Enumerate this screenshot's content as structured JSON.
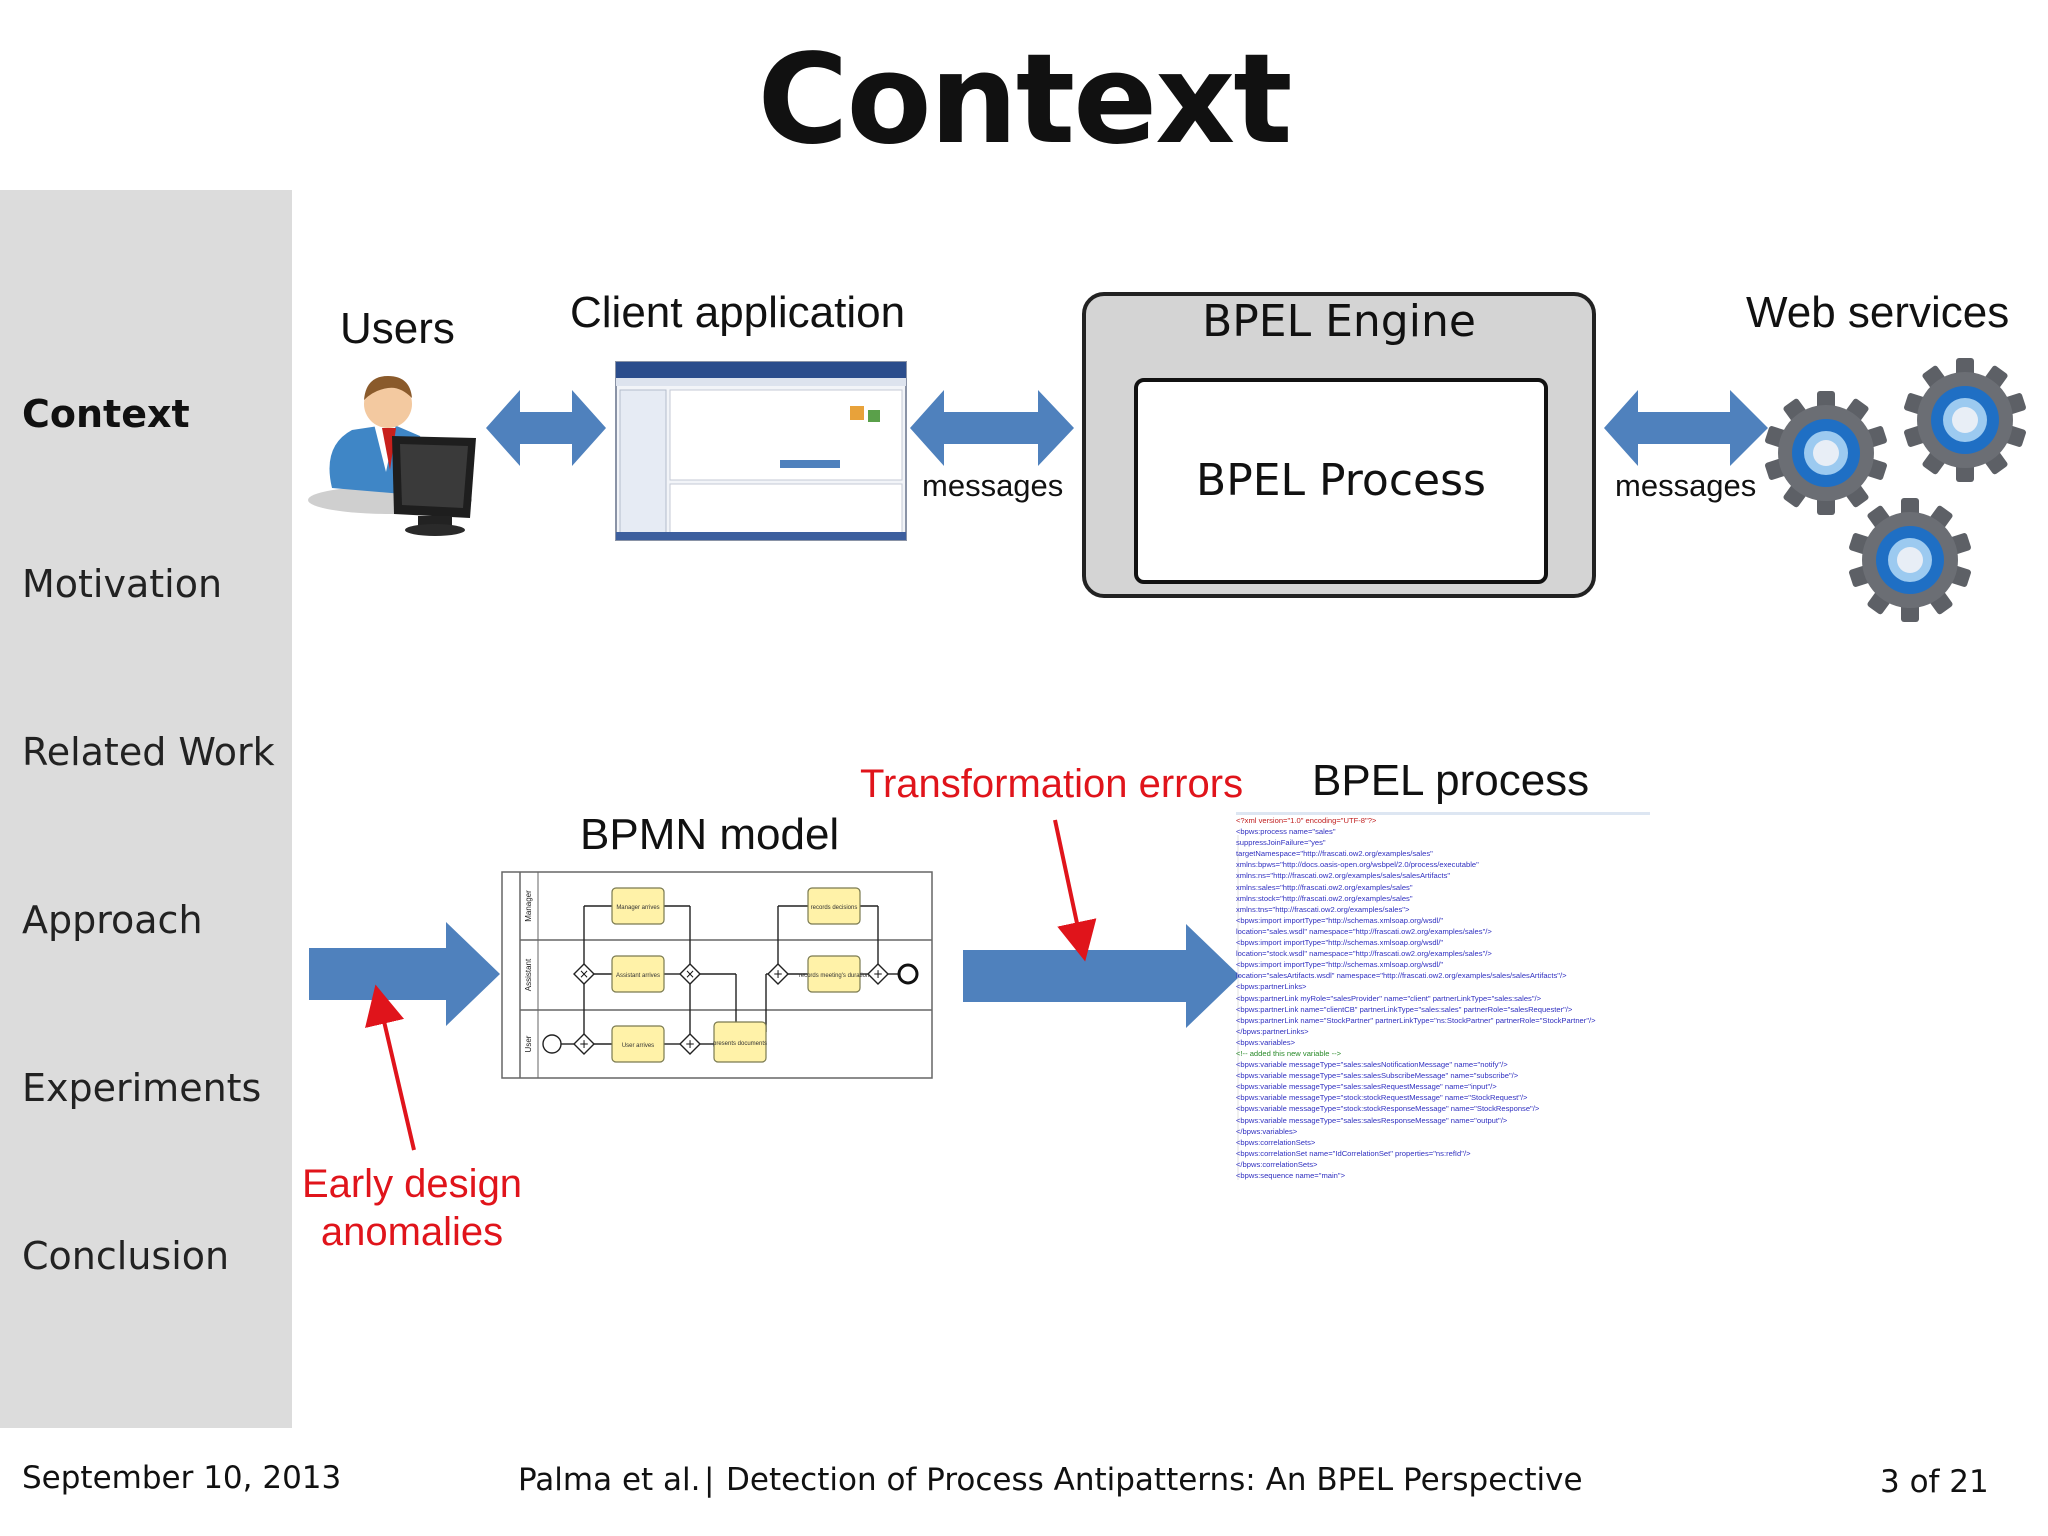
{
  "slide": {
    "title": "Context"
  },
  "sidebar": {
    "items": [
      {
        "label": "Context",
        "active": true
      },
      {
        "label": "Motivation",
        "active": false
      },
      {
        "label": "Related Work",
        "active": false
      },
      {
        "label": "Approach",
        "active": false
      },
      {
        "label": "Experiments",
        "active": false
      },
      {
        "label": "Conclusion",
        "active": false
      }
    ]
  },
  "top_diagram": {
    "users_label": "Users",
    "client_app_label": "Client application",
    "messages_left": "messages",
    "engine_label": "BPEL Engine",
    "process_label": "BPEL Process",
    "messages_right": "messages",
    "web_services_label": "Web services"
  },
  "bottom_diagram": {
    "bpmn_label": "BPMN model",
    "bpel_process_label": "BPEL process",
    "transformation_errors": "Transformation errors",
    "early_design_line1": "Early design",
    "early_design_line2": "anomalies",
    "bpmn_lanes": [
      "Manager",
      "Assistant",
      "User"
    ],
    "bpmn_tasks": {
      "manager_arrives": "Manager arrives",
      "assistant_arrives": "Assistant arrives",
      "user_arrives": "User arrives",
      "presents_documents": "presents documents",
      "records_decisions": "records decisions",
      "records_duration": "records meeting's duration"
    }
  },
  "code_lines": [
    "<?xml version=\"1.0\" encoding=\"UTF-8\"?>",
    "<bpws:process name=\"sales\"",
    "  suppressJoinFailure=\"yes\"",
    "  targetNamespace=\"http://frascati.ow2.org/examples/sales\"",
    "  xmlns:bpws=\"http://docs.oasis-open.org/wsbpel/2.0/process/executable\"",
    "  xmlns:ns=\"http://frascati.ow2.org/examples/sales/salesArtifacts\"",
    "  xmlns:sales=\"http://frascati.ow2.org/examples/sales\"",
    "  xmlns:stock=\"http://frascati.ow2.org/examples/sales\"",
    "  xmlns:tns=\"http://frascati.ow2.org/examples/sales\">",
    "  <bpws:import importType=\"http://schemas.xmlsoap.org/wsdl/\"",
    "    location=\"sales.wsdl\" namespace=\"http://frascati.ow2.org/examples/sales\"/>",
    "  <bpws:import importType=\"http://schemas.xmlsoap.org/wsdl/\"",
    "    location=\"stock.wsdl\" namespace=\"http://frascati.ow2.org/examples/sales\"/>",
    "  <bpws:import importType=\"http://schemas.xmlsoap.org/wsdl/\"",
    "    location=\"salesArtifacts.wsdl\" namespace=\"http://frascati.ow2.org/examples/sales/salesArtifacts\"/>",
    "  <bpws:partnerLinks>",
    "    <bpws:partnerLink myRole=\"salesProvider\" name=\"client\" partnerLinkType=\"sales:sales\"/>",
    "    <bpws:partnerLink name=\"clientCB\" partnerLinkType=\"sales:sales\" partnerRole=\"salesRequester\"/>",
    "    <bpws:partnerLink name=\"StockPartner\" partnerLinkType=\"ns:StockPartner\" partnerRole=\"StockPartner\"/>",
    "  </bpws:partnerLinks>",
    "  <bpws:variables>",
    "  <!-- added this new variable -->",
    "    <bpws:variable messageType=\"sales:salesNotificationMessage\" name=\"notify\"/>",
    "    <bpws:variable messageType=\"sales:salesSubscribeMessage\" name=\"subscribe\"/>",
    "    <bpws:variable messageType=\"sales:salesRequestMessage\" name=\"input\"/>",
    "    <bpws:variable messageType=\"stock:stockRequestMessage\" name=\"StockRequest\"/>",
    "    <bpws:variable messageType=\"stock:stockResponseMessage\" name=\"StockResponse\"/>",
    "    <bpws:variable messageType=\"sales:salesResponseMessage\" name=\"output\"/>",
    "  </bpws:variables>",
    "  <bpws:correlationSets>",
    "    <bpws:correlationSet name=\"IdCorrelationSet\" properties=\"ns:refId\"/>",
    "  </bpws:correlationSets>",
    "  <bpws:sequence name=\"main\">"
  ],
  "footer": {
    "date": "September 10, 2013",
    "authors": "Palma et al.",
    "separator": "|",
    "talk_title": "Detection of Process Antipatterns: An BPEL Perspective",
    "page": "3 of 21"
  },
  "colors": {
    "arrow_blue": "#4f81bd",
    "annotation_red": "#e0141b",
    "sidebar_gray": "#dcdcdc",
    "engine_gray": "#d4d4d4",
    "task_yellow": "#fff2a8"
  },
  "icons": [
    "user-at-computer-icon",
    "client-app-screenshot",
    "gear-icon",
    "gear-icon",
    "gear-icon"
  ]
}
